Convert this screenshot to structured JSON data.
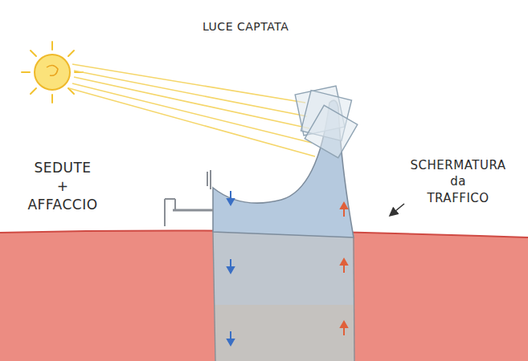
{
  "diagram": {
    "labels": [
      "LUCE CAPTATA",
      "SEDUTE + AFFACCIO",
      "SCHERMATURA da TRAFFICO"
    ]
  }
}
